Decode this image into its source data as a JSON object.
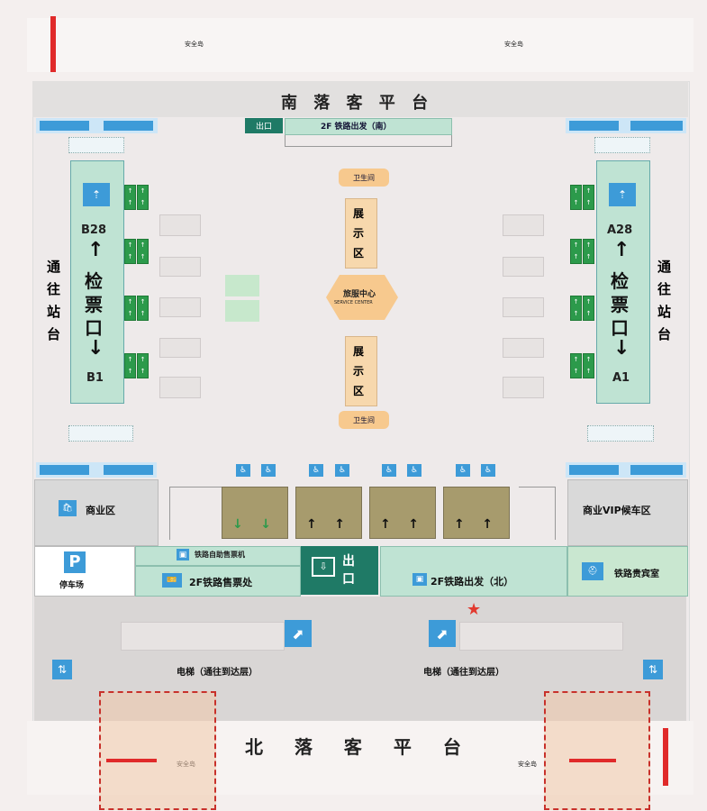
{
  "south_platform": "南 落 客 平 台",
  "north_platform": "北 落 客 平 台",
  "security": "安全岛",
  "exit_top": "2F 铁路出发（南）",
  "exit_top_small": "出口",
  "to_platform_left": [
    "通",
    "往",
    "站",
    "台"
  ],
  "to_platform_right": [
    "通",
    "往",
    "站",
    "台"
  ],
  "gate_left": {
    "top": "B28",
    "chars": [
      "检",
      "票",
      "口"
    ],
    "bottom": "B1"
  },
  "gate_right": {
    "top": "A28",
    "chars": [
      "检",
      "票",
      "口"
    ],
    "bottom": "A1"
  },
  "exhibit_top": [
    "展",
    "示",
    "区"
  ],
  "exhibit_bottom": [
    "展",
    "示",
    "区"
  ],
  "service_center": "旅服中心",
  "service_sub": "SERVICE CENTER",
  "restroom": "卫生间",
  "commercial": "商业区",
  "vip": "商业VIP候车区",
  "parking_symbol": "P",
  "parking_label": "停车场",
  "ticket_office": "2F铁路售票处",
  "ticket_machine": "铁路自助售票机",
  "exit_center_top": "出",
  "exit_center_bottom": "口",
  "north_departure": "2F铁路出发（北）",
  "waiting_room": "铁路贵宾室",
  "escalator_left": "电梯（通往到达层）",
  "escalator_right": "电梯（通往到达层）",
  "colors": {
    "green": "#2c9a4b",
    "blue": "#3d9bd8",
    "mint": "#bfe3d3",
    "orange": "#f7c98e",
    "olive": "#a79b6d",
    "teal": "#1f7a66",
    "red": "#e23a2f"
  }
}
